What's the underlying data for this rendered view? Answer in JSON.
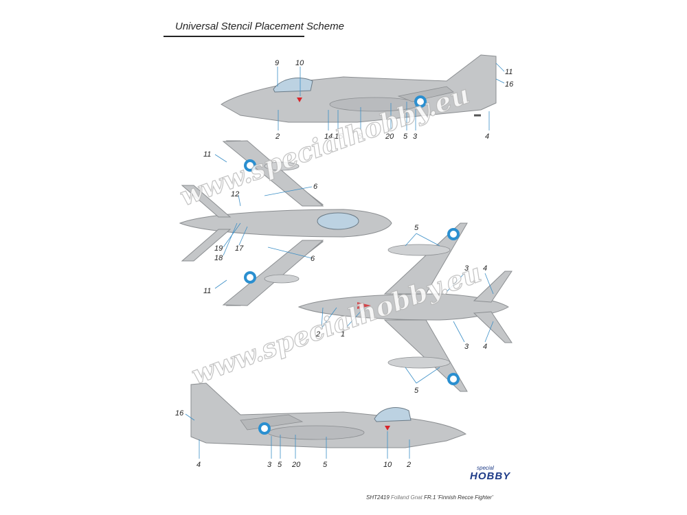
{
  "header": {
    "title": "Universal Stencil Placement Scheme"
  },
  "watermark": {
    "text": "www.specialhobby.eu"
  },
  "colors": {
    "aircraft_grey": "#c4c6c8",
    "roundel_blue": "#2a8fd0",
    "marking_red": "#d8242a",
    "leader_line": "#3a8ec6"
  },
  "callouts": {
    "top_view": [
      "9",
      "10",
      "11",
      "16",
      "2",
      "14",
      "15",
      "5",
      "20",
      "5",
      "3",
      "4"
    ],
    "upper_plan": [
      "11",
      "6",
      "12",
      "19",
      "17",
      "18",
      "6",
      "11"
    ],
    "lower_plan": [
      "5",
      "3",
      "4",
      "2",
      "1",
      "3",
      "4",
      "5"
    ],
    "bottom_view": [
      "16",
      "4",
      "3",
      "5",
      "20",
      "5",
      "10",
      "2"
    ]
  },
  "footer": {
    "code": "SHT2419",
    "model": "Folland Gnat",
    "variant": "FR.1 'Finnish Recce Fighter'"
  },
  "brand": {
    "small": "special",
    "big": "HOBBY"
  }
}
